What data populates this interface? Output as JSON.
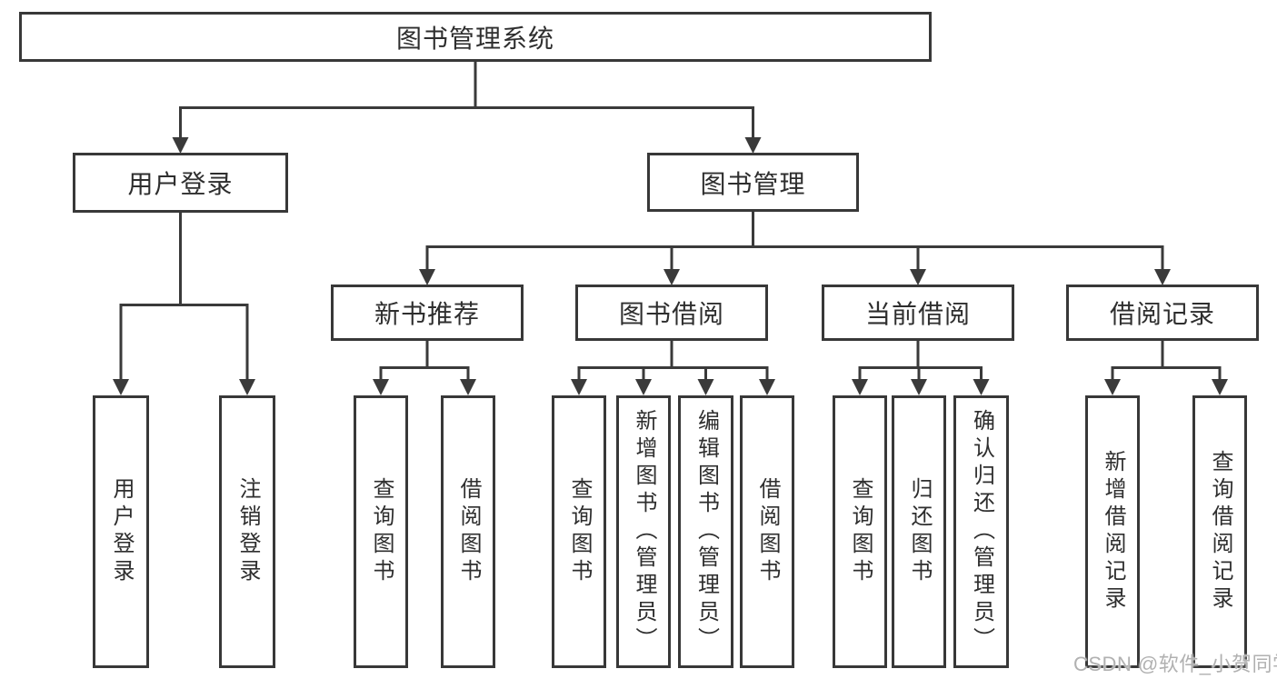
{
  "diagram": {
    "root": {
      "label": "图书管理系统"
    },
    "branches": [
      {
        "label": "用户登录"
      },
      {
        "label": "图书管理"
      }
    ],
    "modules": [
      {
        "label": "新书推荐"
      },
      {
        "label": "图书借阅"
      },
      {
        "label": "当前借阅"
      },
      {
        "label": "借阅记录"
      }
    ],
    "leaves": [
      {
        "label": "用户登录"
      },
      {
        "label": "注销登录"
      },
      {
        "label": "查询图书"
      },
      {
        "label": "借阅图书"
      },
      {
        "label": "查询图书"
      },
      {
        "label": "新增图书（管理员）"
      },
      {
        "label": "编辑图书（管理员）"
      },
      {
        "label": "借阅图书"
      },
      {
        "label": "查询图书"
      },
      {
        "label": "归还图书"
      },
      {
        "label": "确认归还（管理员）"
      },
      {
        "label": "新增借阅记录"
      },
      {
        "label": "查询借阅记录"
      }
    ]
  },
  "watermark": {
    "text": "CSDN @软件_小贺同学"
  },
  "colors": {
    "line": "#3a3a3a",
    "border": "#383838",
    "text": "#2e2e2e",
    "box_background": "#ffffff",
    "watermark": "#b1b1b1"
  }
}
